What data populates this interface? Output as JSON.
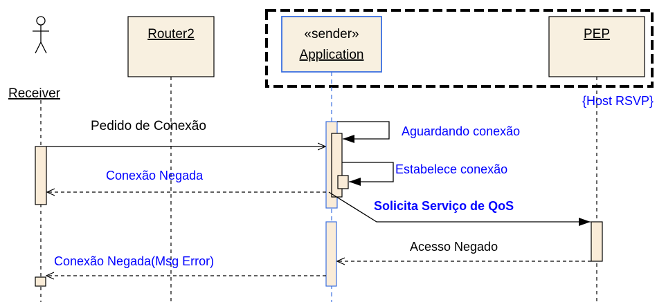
{
  "participants": {
    "receiver": "Receiver",
    "router2": "Router2",
    "application_stereotype": "«sender»",
    "application": "Application",
    "pep": "PEP"
  },
  "host_label": "{Host RSVP}",
  "messages": {
    "pedido": "Pedido de Conexão",
    "aguardando": "Aguardando conexão",
    "estabelece": "Estabelece conexão",
    "negada": "Conexão Negada",
    "solicita": "Solicita Serviço de QoS",
    "acesso_negado": "Acesso Negado",
    "negada_erro": "Conexão Negada(Msg Error)"
  },
  "colors": {
    "box_fill": "#f8f0e0",
    "line": "#000000",
    "blue_text": "#0000ff",
    "app_border": "#3a6fe0",
    "activation_fill": "#faecd8"
  }
}
